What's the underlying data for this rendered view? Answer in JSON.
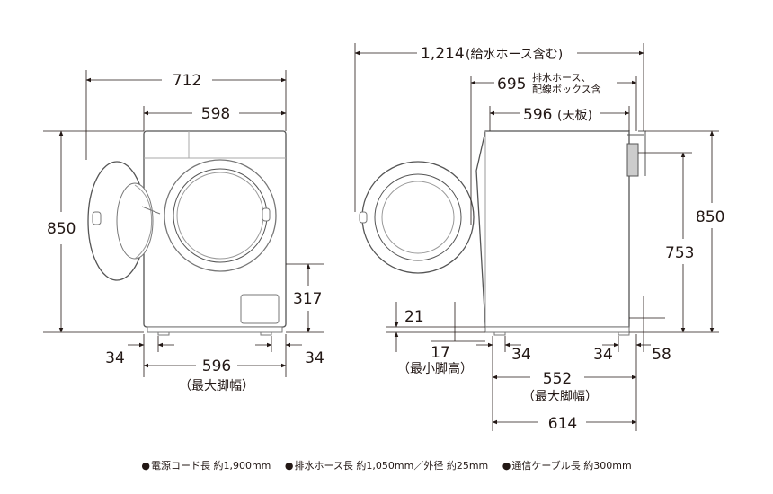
{
  "front_view": {
    "total_width_label": "712",
    "body_width_label": "598",
    "height_label": "850",
    "door_center_height_label": "317",
    "side_offset_left_label": "34",
    "side_offset_right_label": "34",
    "foot_width_label": "596",
    "foot_width_caption": "（最大脚幅）"
  },
  "side_view": {
    "total_depth_label": "1,214",
    "total_depth_note": "(給水ホース含む)",
    "depth_with_hose_label": "695",
    "hose_note_line1": "排水ホース、",
    "hose_note_line2": "配線ボックス含",
    "top_depth_label": "596",
    "top_depth_note": "(天板)",
    "height_label": "850",
    "top_height_label": "753",
    "floor_gap_label": "21",
    "min_leg_height_label": "17",
    "min_leg_height_caption": "（最小脚高）",
    "rear_offset_label": "34",
    "rear_offset2_label": "58",
    "front_offset_label": "34",
    "leg_span_label": "552",
    "leg_span_caption": "（最大脚幅）",
    "base_depth_label": "614"
  },
  "footer": {
    "power_cord": "電源コード長 約1,900mm",
    "drain_hose": "排水ホース長 約1,050mm／外径 約25mm",
    "comm_cable": "通信ケーブル長 約300mm"
  },
  "icons": {
    "bullet": "filled-circle-icon"
  }
}
